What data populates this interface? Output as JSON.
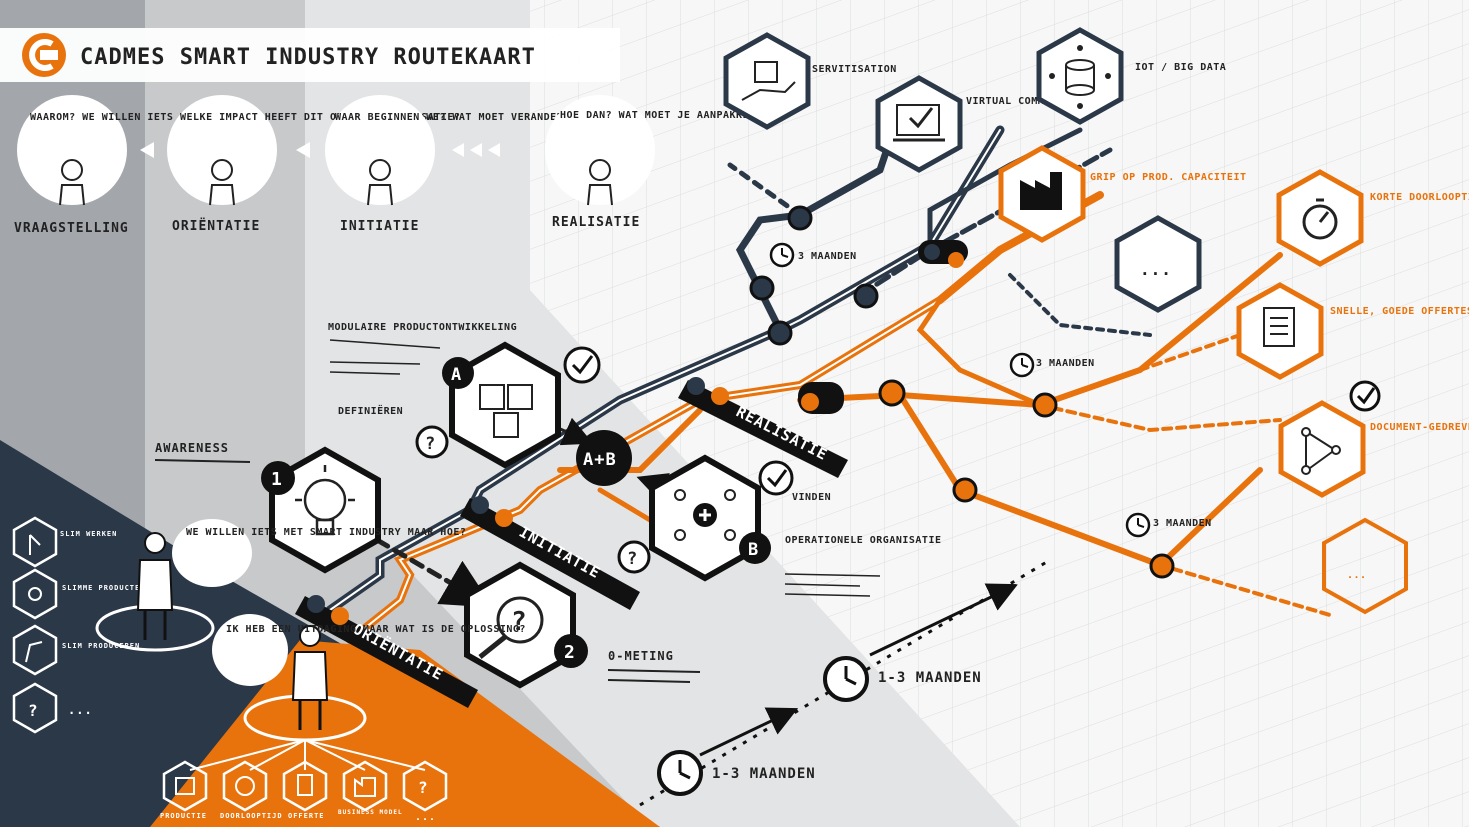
{
  "title": "CADMES SMART INDUSTRY ROUTEKAART",
  "colors": {
    "orange": "#e8730c",
    "navy": "#2b3848",
    "grey_band": "#a3a7ac",
    "mid_grey": "#c8cacc",
    "light": "#e6e7e8"
  },
  "phases": [
    {
      "label": "VRAAGSTELLING",
      "question": "WAAROM? WE WILLEN IETS"
    },
    {
      "label": "ORIËNTATIE",
      "question": "WELKE IMPACT HEEFT DIT OP MIJN ORGANISATIE?"
    },
    {
      "label": "INITIATIE",
      "question": "WAAR BEGINNEN WE? WAT MOET VERANDEREN?"
    },
    {
      "label": "REALISATIE",
      "question": "HOE DAN? WAT MOET JE AANPAKKEN?"
    }
  ],
  "goals_top": [
    {
      "label": "SERVITISATION",
      "icon": "box-hand-icon"
    },
    {
      "label": "VIRTUAL COMMISSIONING",
      "icon": "monitor-check-icon"
    },
    {
      "label": "IOT / BIG DATA",
      "icon": "database-network-icon"
    },
    {
      "label": "GRIP OP PROD. CAPACITEIT",
      "icon": "factory-icon"
    },
    {
      "label": "...",
      "icon": "ellipsis-icon"
    }
  ],
  "goals_right": [
    {
      "label": "KORTE DOORLOOPTIJD VAN PROJECTEN",
      "icon": "stopwatch-icon"
    },
    {
      "label": "SNELLE, GOEDE OFFERTES",
      "icon": "document-icon"
    },
    {
      "label": "DOCUMENT-GEDREVEN BUSINESSMODEL",
      "icon": "flow-icon"
    },
    {
      "label": "...",
      "icon": "ellipsis-icon"
    }
  ],
  "stations": {
    "orientatie": "ORIËNTATIE",
    "initiatie": "INITIATIE",
    "realisatie": "REALISATIE"
  },
  "steps": {
    "awareness": {
      "num": "1",
      "label": "AWARENESS"
    },
    "nulmeting": {
      "num": "2",
      "label": "0-METING"
    },
    "a": {
      "num": "A",
      "label": "MODULAIRE PRODUCTONTWIKKELING",
      "sub": "DEFINIËREN"
    },
    "b": {
      "num": "B",
      "label": "OPERATIONELE ORGANISATIE",
      "sub": "VINDEN"
    },
    "ab": "A+B"
  },
  "timers": [
    "3 MAANDEN",
    "3 MAANDEN",
    "3 MAANDEN"
  ],
  "timeline": [
    "1-3 MAANDEN",
    "1-3 MAANDEN"
  ],
  "left_items": [
    "SLIM WERKEN",
    "SLIMME PRODUCTEN",
    "SLIM PRODUCEREN",
    "..."
  ],
  "left_speech": "WE WILLEN IETS MET SMART INDUSTRY MAAR HOE?",
  "orange_speech": "IK HEB EEN UITDAGING MAAR WAT IS DE OPLOSSING?",
  "bottom_items": [
    "PRODUCTIE",
    "DOORLOOPTIJD",
    "OFFERTE",
    "BUSINESS MODEL",
    "..."
  ]
}
